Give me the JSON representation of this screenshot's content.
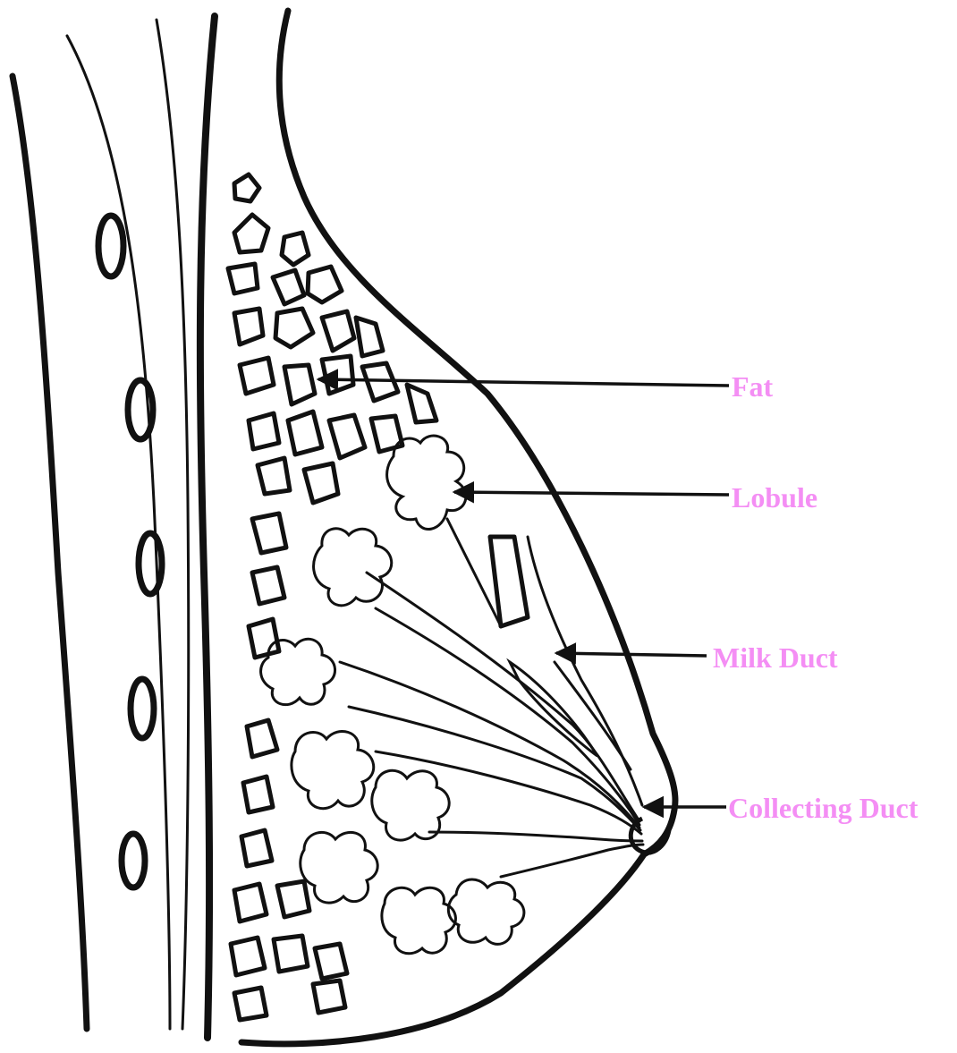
{
  "labels": {
    "fat": "Fat",
    "lobule": "Lobule",
    "milk_duct": "Milk Duct",
    "collecting_duct": "Collecting Duct"
  },
  "colors": {
    "label": "#f48ef4",
    "ink": "#111111",
    "background": "#ffffff"
  }
}
